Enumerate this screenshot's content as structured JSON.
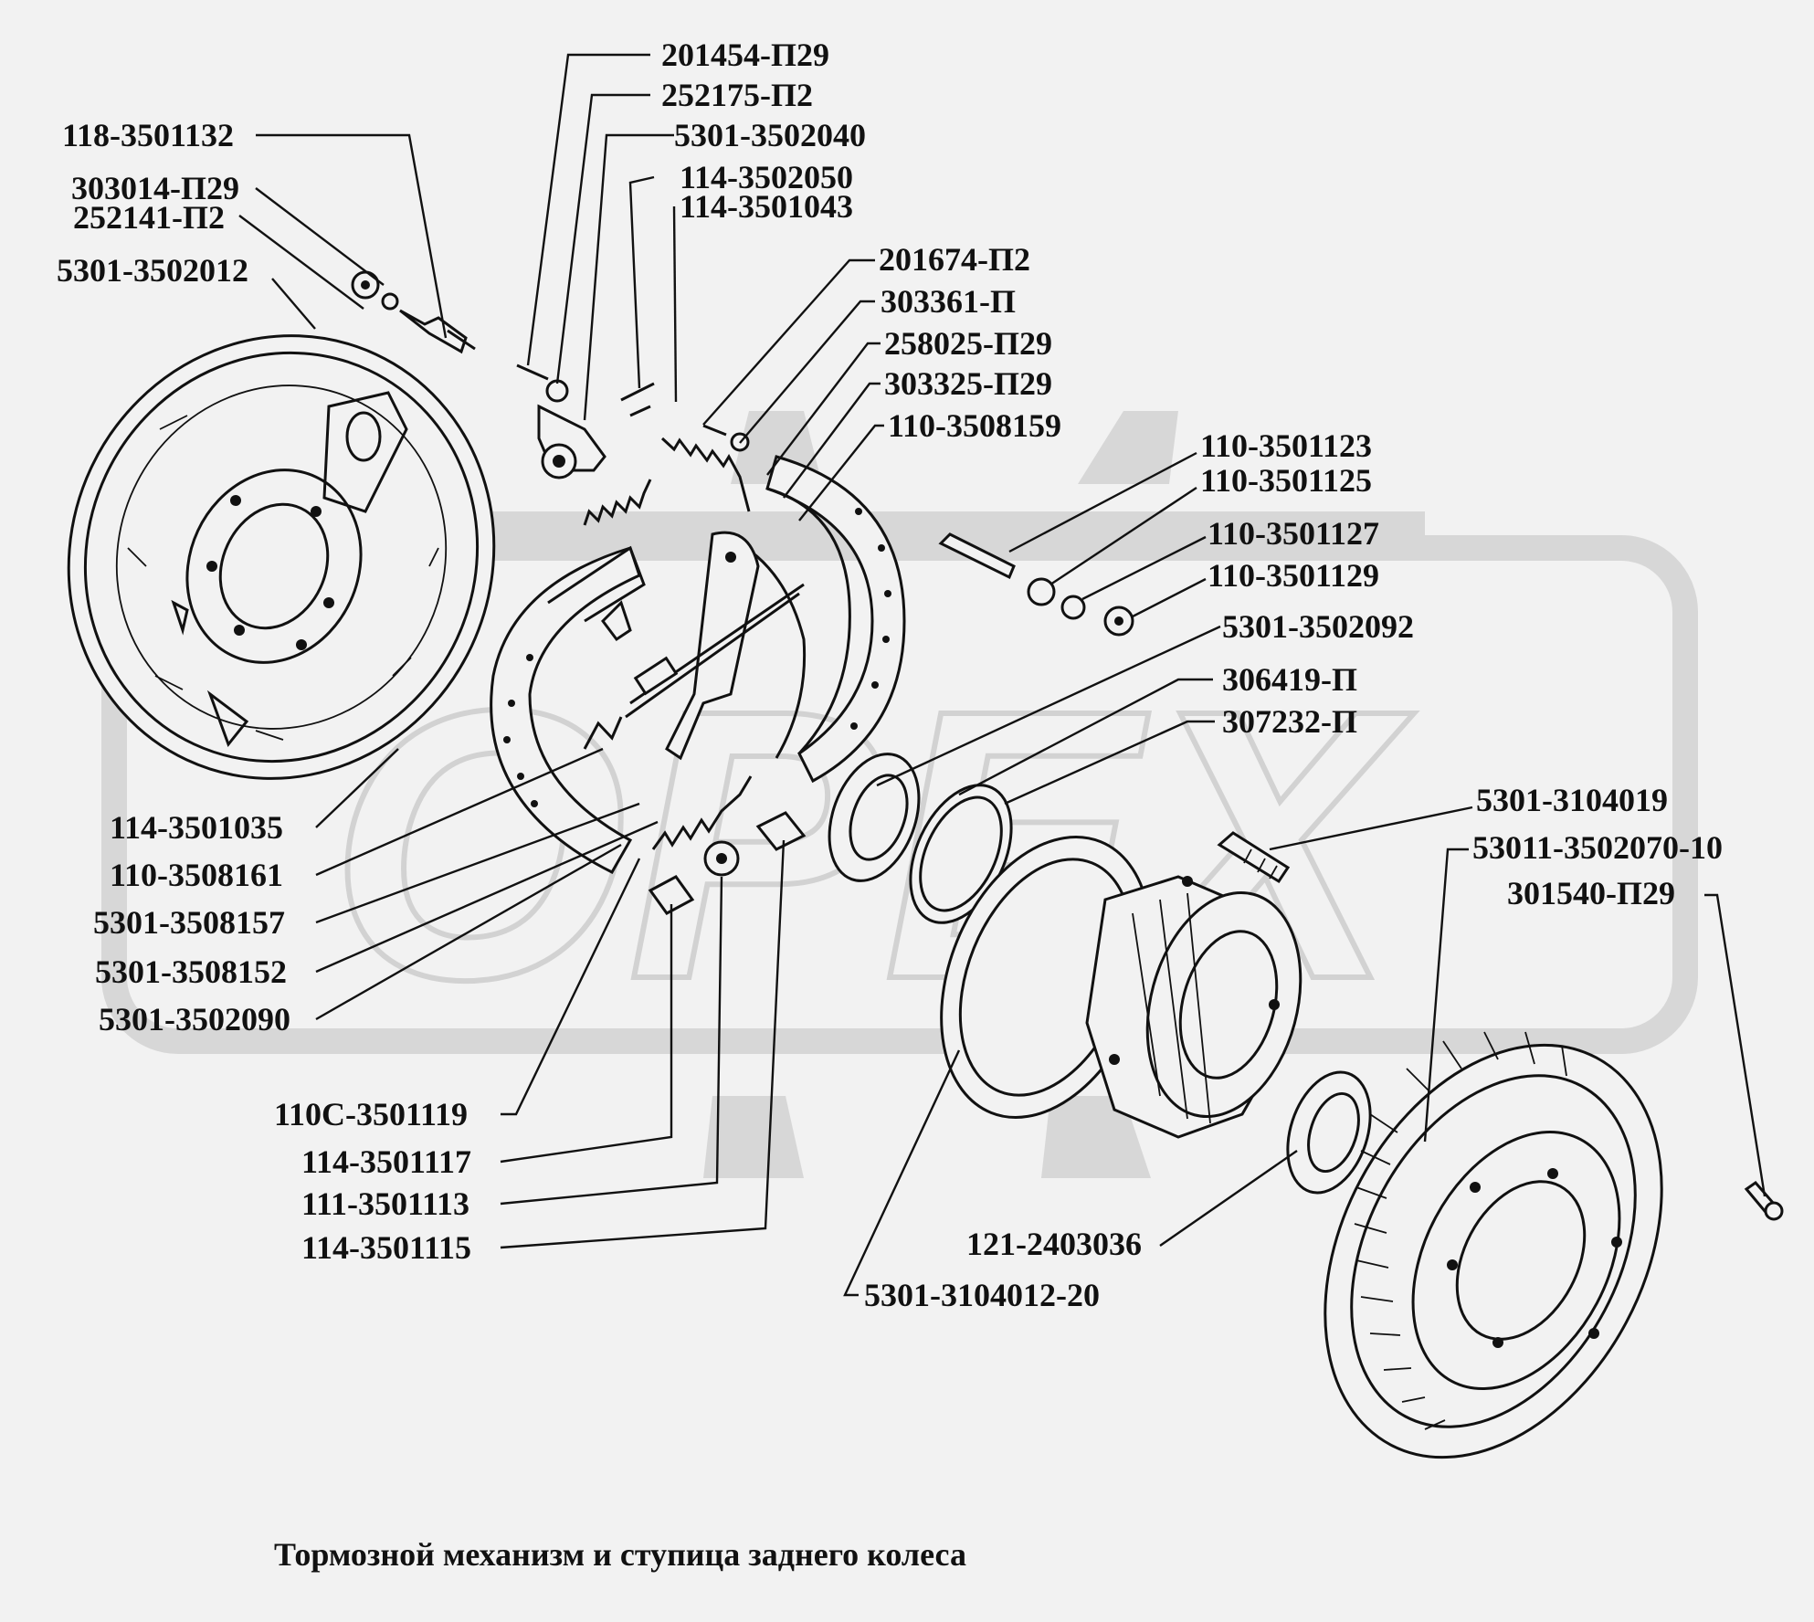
{
  "caption": "Тормозной механизм и ступица заднего колеса",
  "labels": {
    "l01": "201454-П29",
    "l02": "252175-П2",
    "l03": "5301-3502040",
    "l04": "114-3502050",
    "l05": "114-3501043",
    "l06": "118-3501132",
    "l07": "303014-П29",
    "l08": "252141-П2",
    "l09": "5301-3502012",
    "l10": "201674-П2",
    "l11": "303361-П",
    "l12": "258025-П29",
    "l13": "303325-П29",
    "l14": "110-3508159",
    "l15": "110-3501123",
    "l16": "110-3501125",
    "l17": "110-3501127",
    "l18": "110-3501129",
    "l19": "5301-3502092",
    "l20": "306419-П",
    "l21": "307232-П",
    "l22": "5301-3104019",
    "l23": "53011-3502070-10",
    "l24": "301540-П29",
    "l25": "114-3501035",
    "l26": "110-3508161",
    "l27": "5301-3508157",
    "l28": "5301-3508152",
    "l29": "5301-3502090",
    "l30": "110С-3501119",
    "l31": "114-3501117",
    "l32": "111-3501113",
    "l33": "114-3501115",
    "l34": "121-2403036",
    "l35": "5301-3104012-20"
  },
  "watermark": "ОРЕХ"
}
